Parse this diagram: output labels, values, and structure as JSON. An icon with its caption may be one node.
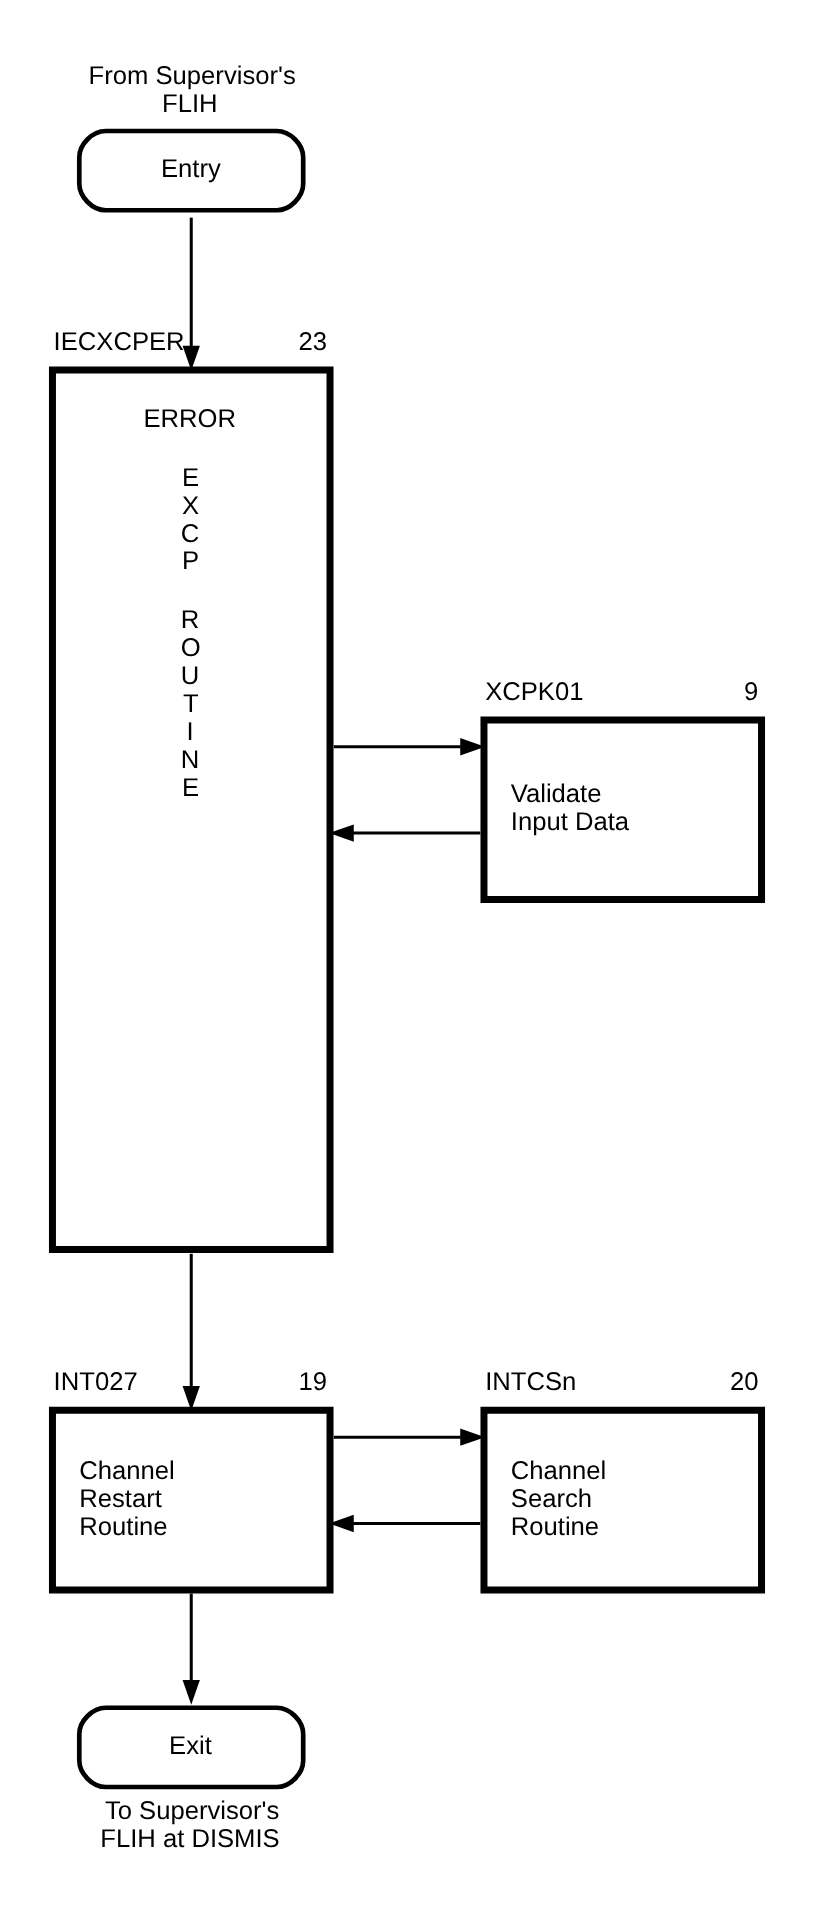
{
  "diagram": {
    "nodes": [
      {
        "text": [
          "Entry"
        ],
        "beside": [
          "From Supervisor's FLIH"
        ]
      },
      {
        "text": [
          "IECXCPER",
          "23",
          "ERROR",
          "EXCP",
          "ROUTINE"
        ]
      },
      {
        "text": [
          "XCPK01",
          "9",
          "Validate Input Data"
        ]
      },
      {
        "text": [
          "INT027",
          "19",
          "Channel Restart Routine"
        ]
      },
      {
        "text": [
          "INTCSn",
          "20",
          "Channel Search Routine"
        ]
      },
      {
        "text": [
          "Exit"
        ],
        "beside": [
          "To Supervisor's FLIH at DISMIS"
        ]
      }
    ],
    "edges": [
      {
        "from": 0,
        "to": 1,
        "arrow": "to"
      },
      {
        "from": 1,
        "to": 2,
        "arrow": "to"
      },
      {
        "from": 2,
        "to": 1,
        "arrow": "to"
      },
      {
        "from": 1,
        "to": 3,
        "arrow": "to"
      },
      {
        "from": 3,
        "to": 4,
        "arrow": "to"
      },
      {
        "from": 4,
        "to": 3,
        "arrow": "to"
      },
      {
        "from": 3,
        "to": 5,
        "arrow": "to"
      }
    ]
  }
}
